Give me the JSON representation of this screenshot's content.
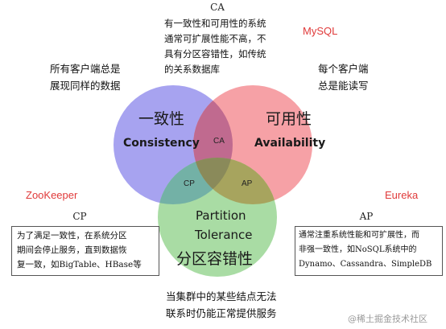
{
  "ca_box": {
    "title": "CA",
    "lines": [
      "有一致性和可用性的系统",
      "通常可扩展性能不高，不",
      "具有分区容错性，如传统",
      "的关系数据库"
    ]
  },
  "cp_box": {
    "title": "CP",
    "lines": [
      "为了满足一致性，在系统分区",
      "期间会停止服务，直到数据恢",
      "复一致，如BigTable、HBase等"
    ]
  },
  "ap_box": {
    "title": "AP",
    "lines": [
      "通常注重系统性能和可扩展性，而",
      "非强一致性，如NoSQL系统中的",
      "Dynamo、Cassandra、SimpleDB"
    ]
  },
  "examples": {
    "mysql": "MySQL",
    "zookeeper": "ZooKeeper",
    "eureka": "Eureka"
  },
  "notes": {
    "consistency": [
      "所有客户端总是",
      "展现同样的数据"
    ],
    "availability": [
      "每个客户端",
      "总是能读写"
    ],
    "partition": [
      "当集群中的某些结点无法",
      "联系时仍能正常提供服务"
    ]
  },
  "circles": {
    "consistency": {
      "cn": "一致性",
      "en": "Consistency",
      "color": "#8f8bea"
    },
    "availability": {
      "cn": "可用性",
      "en": "Availability",
      "color": "#f48d93"
    },
    "partition": {
      "cn": "分区容错性",
      "en_line1": "Partition",
      "en_line2": "Tolerance",
      "color": "#8fd08a"
    }
  },
  "overlaps": {
    "ca": "CA",
    "cp": "CP",
    "ap": "AP"
  },
  "watermark": "@稀土掘金技术社区"
}
